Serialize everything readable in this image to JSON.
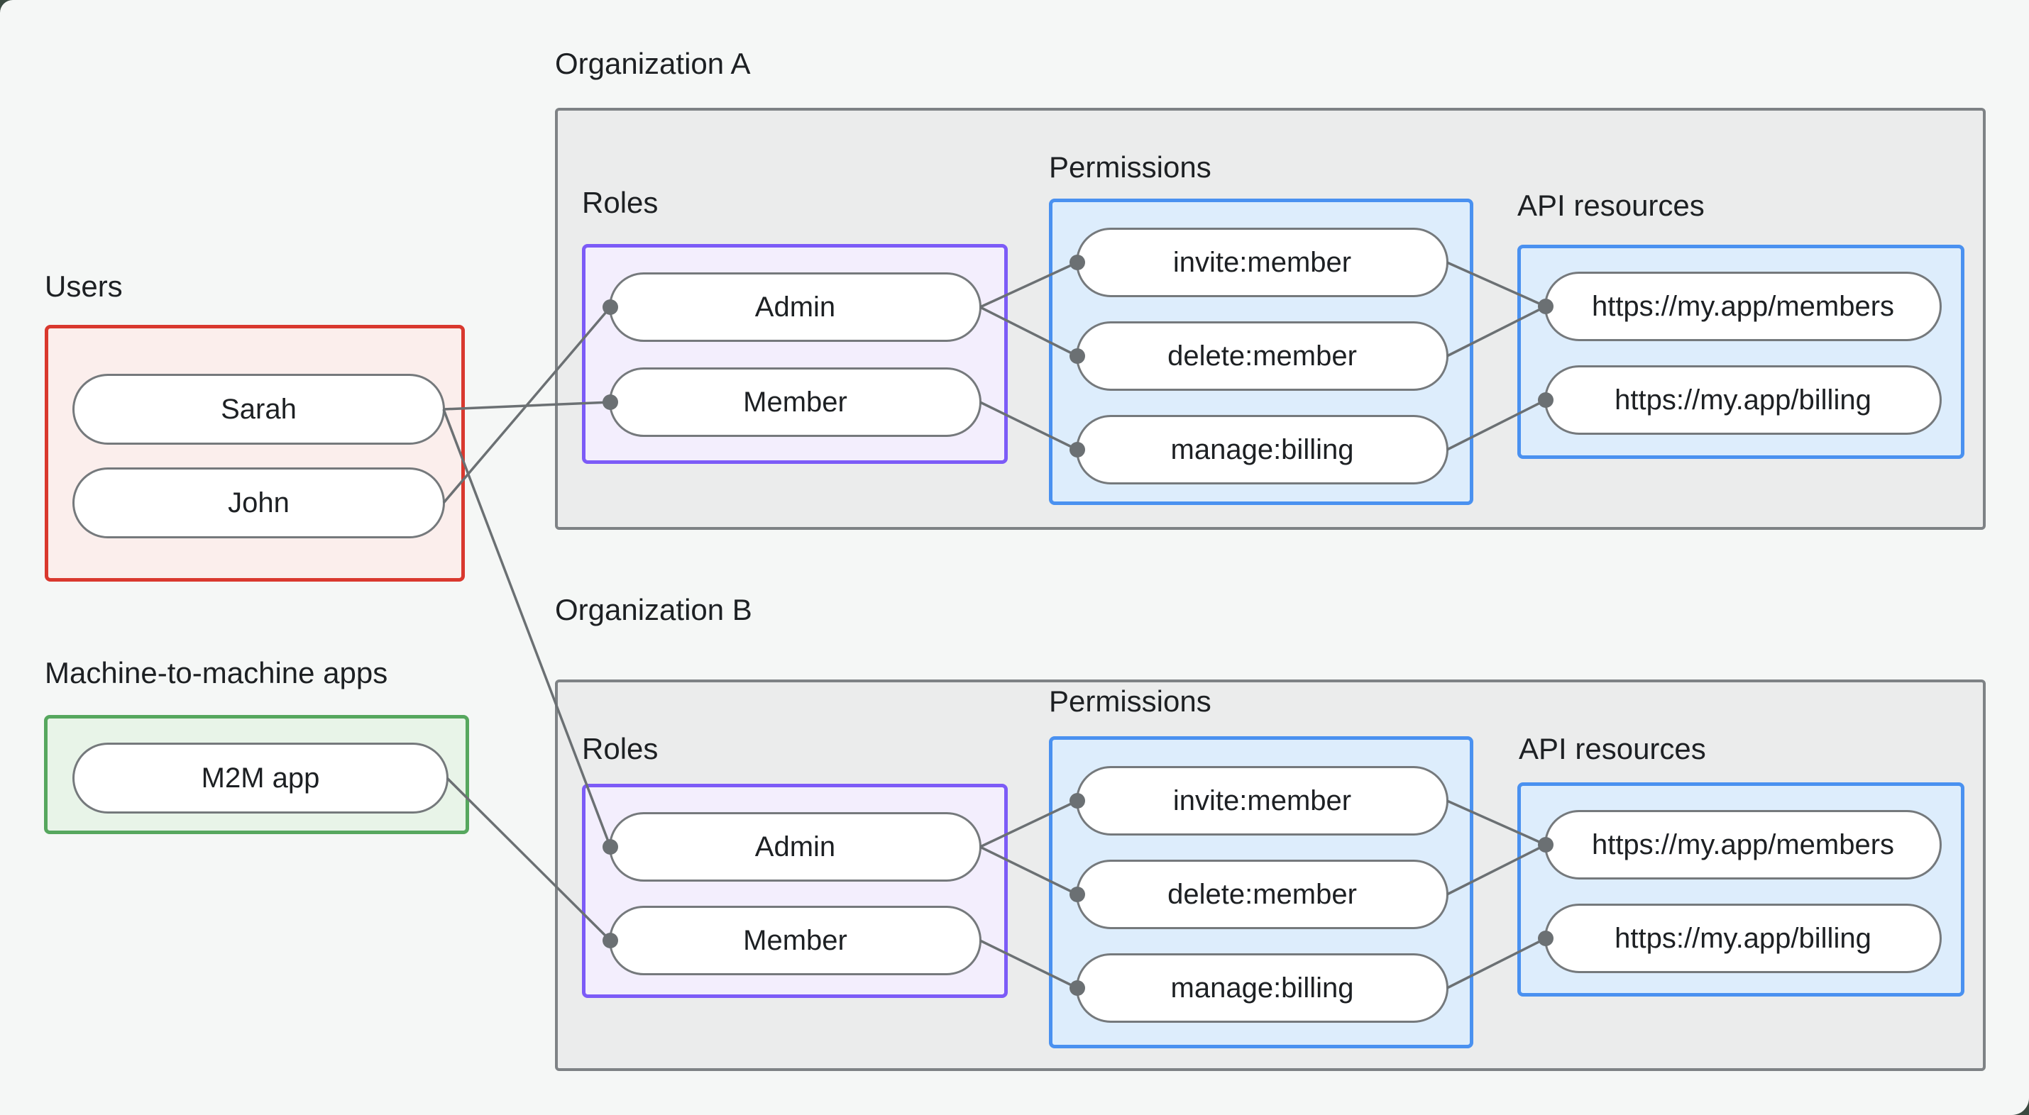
{
  "colors": {
    "background": "#f5f7f6",
    "page_behind": "#3a4a40",
    "org_fill": "#ebecec",
    "org_border": "#7e8285",
    "users_fill": "#fbeeec",
    "users_border": "#d9382e",
    "m2m_fill": "#e8f4e8",
    "m2m_border": "#56a75e",
    "roles_fill": "#f3eefd",
    "roles_border": "#7c5bf7",
    "permissions_fill": "#ddedfc",
    "permissions_border": "#4a91f0",
    "pill_fill": "#ffffff",
    "pill_border": "#75797c",
    "edge": "#6b7073",
    "text": "#1d2023"
  },
  "sections": {
    "users": {
      "label": "Users",
      "items": [
        "Sarah",
        "John"
      ]
    },
    "m2m": {
      "label": "Machine-to-machine apps",
      "items": [
        "M2M app"
      ]
    },
    "org_a": {
      "title": "Organization A",
      "roles_label": "Roles",
      "permissions_label": "Permissions",
      "api_label": "API resources",
      "roles": [
        "Admin",
        "Member"
      ],
      "permissions": [
        "invite:member",
        "delete:member",
        "manage:billing"
      ],
      "resources": [
        "https://my.app/members",
        "https://my.app/billing"
      ]
    },
    "org_b": {
      "title": "Organization B",
      "roles_label": "Roles",
      "permissions_label": "Permissions",
      "api_label": "API resources",
      "roles": [
        "Admin",
        "Member"
      ],
      "permissions": [
        "invite:member",
        "delete:member",
        "manage:billing"
      ],
      "resources": [
        "https://my.app/members",
        "https://my.app/billing"
      ]
    }
  },
  "edges": [
    {
      "from": "sarah",
      "to": "a-member"
    },
    {
      "from": "john",
      "to": "a-admin"
    },
    {
      "from": "sarah",
      "to": "b-admin"
    },
    {
      "from": "m2m",
      "to": "b-member"
    },
    {
      "from": "a-admin",
      "to": "a-invite"
    },
    {
      "from": "a-admin",
      "to": "a-delete"
    },
    {
      "from": "a-member",
      "to": "a-manage"
    },
    {
      "from": "a-invite",
      "to": "a-members"
    },
    {
      "from": "a-delete",
      "to": "a-members"
    },
    {
      "from": "a-manage",
      "to": "a-billing"
    },
    {
      "from": "b-admin",
      "to": "b-invite"
    },
    {
      "from": "b-admin",
      "to": "b-delete"
    },
    {
      "from": "b-member",
      "to": "b-manage"
    },
    {
      "from": "b-invite",
      "to": "b-members"
    },
    {
      "from": "b-delete",
      "to": "b-members"
    },
    {
      "from": "b-manage",
      "to": "b-billing"
    }
  ]
}
